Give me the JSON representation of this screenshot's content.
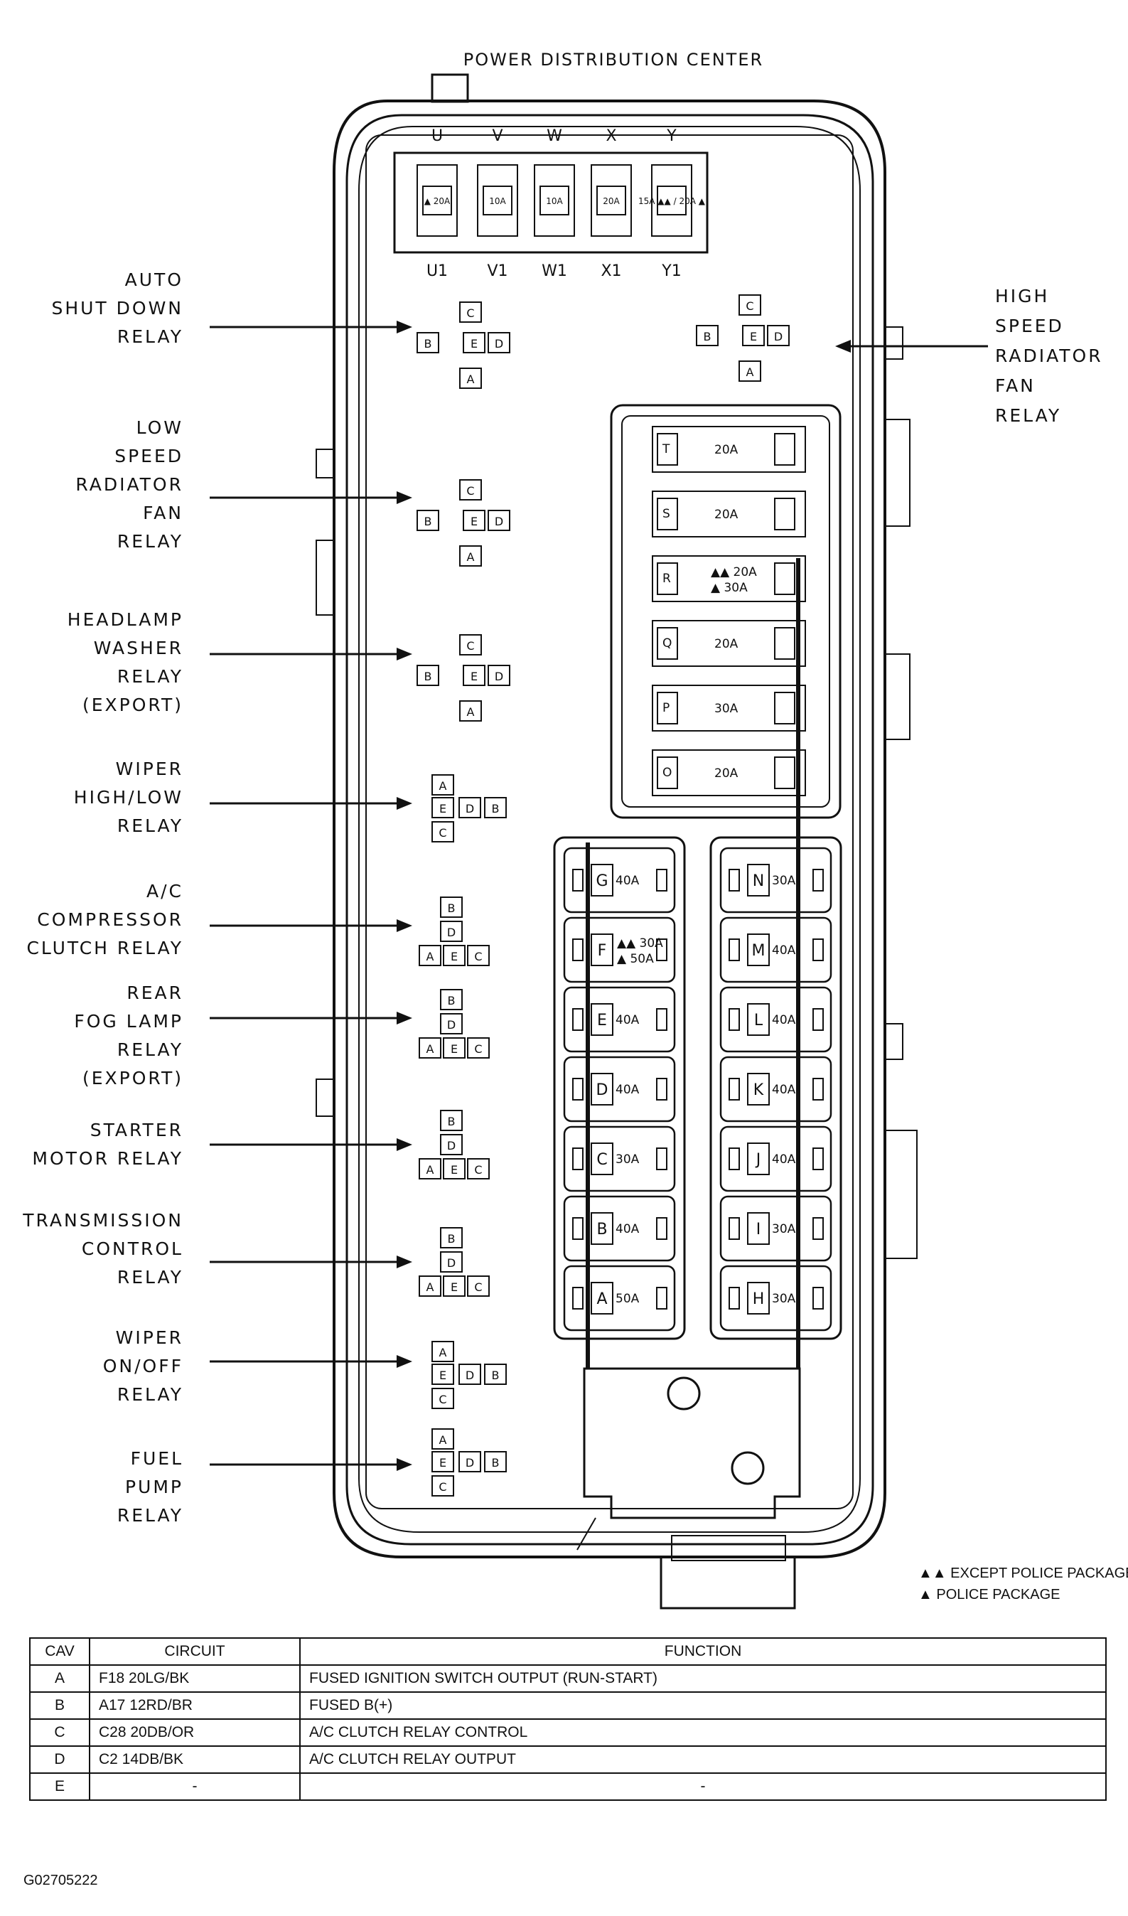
{
  "diagram": {
    "title": "POWER DISTRIBUTION CENTER",
    "top_columns": [
      "U",
      "V",
      "W",
      "X",
      "Y"
    ],
    "bottom_columns": [
      "U1",
      "V1",
      "W1",
      "X1",
      "Y1"
    ],
    "top_fuses": [
      "▲ 20A",
      "10A",
      "10A",
      "20A",
      "15A ▲▲ / 20A ▲"
    ],
    "relay_letters": [
      "A",
      "B",
      "C",
      "D",
      "E"
    ],
    "relay_labels": [
      {
        "lines": [
          "AUTO",
          "SHUT DOWN",
          "RELAY"
        ]
      },
      {
        "lines": [
          "HIGH",
          "SPEED",
          "RADIATOR",
          "FAN",
          "RELAY"
        ]
      },
      {
        "lines": [
          "LOW",
          "SPEED",
          "RADIATOR",
          "FAN",
          "RELAY"
        ]
      },
      {
        "lines": [
          "HEADLAMP",
          "WASHER",
          "RELAY",
          "(EXPORT)"
        ]
      },
      {
        "lines": [
          "WIPER",
          "HIGH/LOW",
          "RELAY"
        ]
      },
      {
        "lines": [
          "A/C",
          "COMPRESSOR",
          "CLUTCH RELAY"
        ]
      },
      {
        "lines": [
          "REAR",
          "FOG LAMP",
          "RELAY",
          "(EXPORT)"
        ]
      },
      {
        "lines": [
          "STARTER",
          "MOTOR RELAY"
        ]
      },
      {
        "lines": [
          "TRANSMISSION",
          "CONTROL",
          "RELAY"
        ]
      },
      {
        "lines": [
          "WIPER",
          "ON/OFF",
          "RELAY"
        ]
      },
      {
        "lines": [
          "FUEL",
          "PUMP",
          "RELAY"
        ]
      }
    ],
    "mini_fuses": [
      {
        "cav": "T",
        "rating": "20A"
      },
      {
        "cav": "S",
        "rating": "20A"
      },
      {
        "cav": "R",
        "rating": "▲▲ 20A",
        "rating2": "▲ 30A"
      },
      {
        "cav": "Q",
        "rating": "20A"
      },
      {
        "cav": "P",
        "rating": "30A"
      },
      {
        "cav": "O",
        "rating": "20A"
      }
    ],
    "maxi_left": [
      {
        "cav": "G",
        "rating": "40A"
      },
      {
        "cav": "F",
        "rating": "▲▲ 30A",
        "rating2": "▲ 50A"
      },
      {
        "cav": "E",
        "rating": "40A"
      },
      {
        "cav": "D",
        "rating": "40A"
      },
      {
        "cav": "C",
        "rating": "30A"
      },
      {
        "cav": "B",
        "rating": "40A"
      },
      {
        "cav": "A",
        "rating": "50A"
      }
    ],
    "maxi_right": [
      {
        "cav": "N",
        "rating": "30A"
      },
      {
        "cav": "M",
        "rating": "40A"
      },
      {
        "cav": "L",
        "rating": "40A"
      },
      {
        "cav": "K",
        "rating": "40A"
      },
      {
        "cav": "J",
        "rating": "40A"
      },
      {
        "cav": "I",
        "rating": "30A"
      },
      {
        "cav": "H",
        "rating": "30A"
      }
    ],
    "legend": [
      "▲▲ EXCEPT POLICE PACKAGE",
      "▲ POLICE PACKAGE"
    ]
  },
  "table": {
    "headers": [
      "CAV",
      "CIRCUIT",
      "FUNCTION"
    ],
    "rows": [
      {
        "cav": "A",
        "circuit": "F18 20LG/BK",
        "function": "FUSED IGNITION SWITCH OUTPUT (RUN-START)"
      },
      {
        "cav": "B",
        "circuit": "A17 12RD/BR",
        "function": "FUSED B(+)"
      },
      {
        "cav": "C",
        "circuit": "C28 20DB/OR",
        "function": "A/C CLUTCH RELAY CONTROL"
      },
      {
        "cav": "D",
        "circuit": "C2 14DB/BK",
        "function": "A/C CLUTCH RELAY OUTPUT"
      },
      {
        "cav": "E",
        "circuit": "-",
        "function": "-"
      }
    ]
  },
  "figure_id": "G02705222"
}
